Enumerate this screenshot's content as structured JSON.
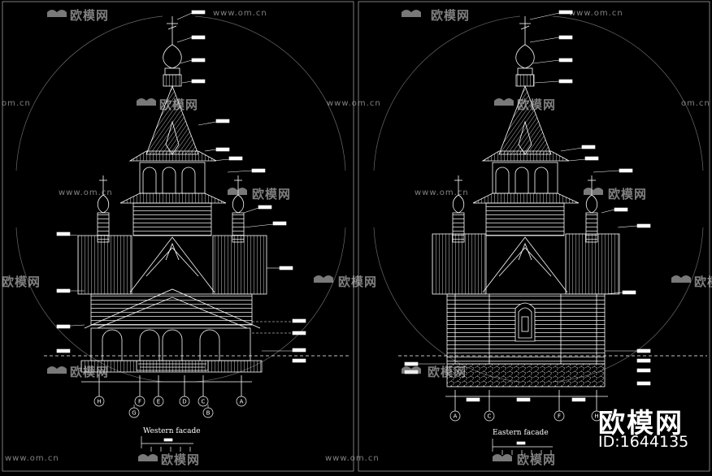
{
  "drawing": {
    "left_title": "Western facade",
    "right_title": "Eastern facade"
  },
  "grid_axes": {
    "left_top": [
      "H",
      "F",
      "E",
      "D",
      "C",
      "A"
    ],
    "left_bottom": [
      "G",
      "B"
    ],
    "right": [
      "A",
      "C",
      "F",
      "H"
    ]
  },
  "watermark": {
    "brand_cn": "欧模网",
    "url": "www.om.cn",
    "url_partial": "om.cn",
    "id_text": "ID:1644135"
  }
}
